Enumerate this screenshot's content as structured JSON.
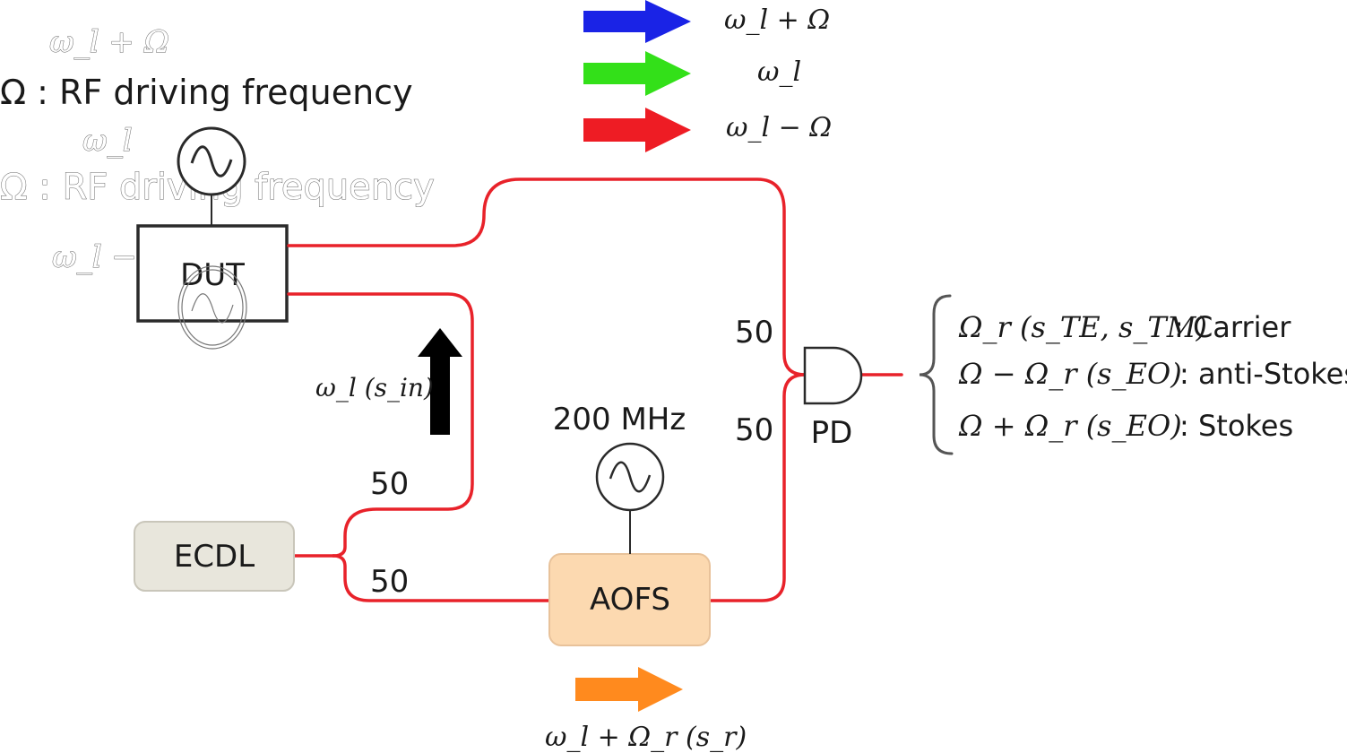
{
  "legend": {
    "upper": "ω_l + Ω",
    "center": "ω_l",
    "lower": "ω_l − Ω",
    "colors": {
      "upper": "#1a23e6",
      "center": "#33e019",
      "lower": "#ee1c24"
    }
  },
  "ghost_labels": {
    "top_plus": "ω_l + Ω",
    "top_center": "ω_l",
    "top_minus": "ω_l − Ω",
    "rf_echo": "Ω : RF driving frequency"
  },
  "rf_label": "Ω : RF driving frequency",
  "blocks": {
    "dut": "DUT",
    "ecdl": "ECDL",
    "aofs": "AOFS",
    "pd": "PD",
    "aofs_freq": "200 MHz"
  },
  "splits": {
    "ecdl_upper": "50",
    "ecdl_lower": "50",
    "pd_upper": "50",
    "pd_lower": "50"
  },
  "signals": {
    "input": "ω_l (s_in)",
    "reference": "ω_l + Ω_r (s_r)",
    "reference_arrow_color": "#ff8a1e",
    "input_arrow_color": "#000000"
  },
  "outputs": [
    {
      "term": "Ω_r (s_TE, s_TM)",
      "label": ": Carrier"
    },
    {
      "term": "Ω − Ω_r (s_EO)",
      "label": ": anti-Stokes"
    },
    {
      "term": "Ω + Ω_r (s_EO)",
      "label": ": Stokes"
    }
  ],
  "colors": {
    "fiber": "#e8222a",
    "ecdl_fill": "#e8e6dc",
    "aofs_fill": "#fcd9b0"
  }
}
